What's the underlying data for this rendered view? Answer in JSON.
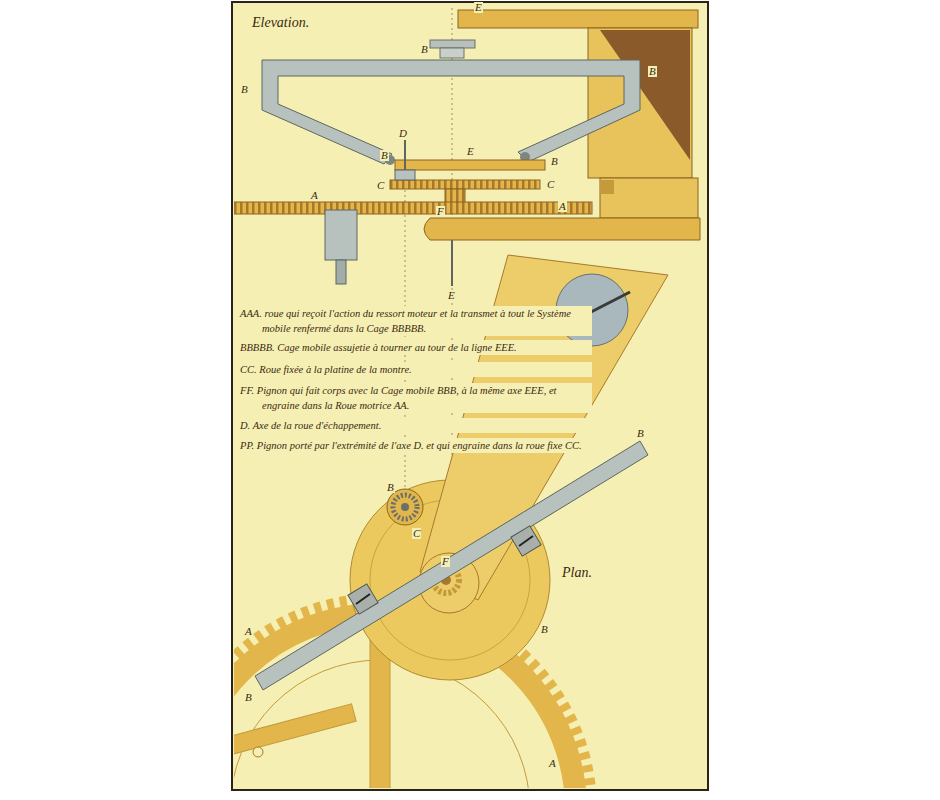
{
  "diagram": {
    "labels": [
      "Elevation.",
      "E",
      "B",
      "B",
      "B",
      "D",
      "E",
      "B",
      "B",
      "C",
      "C",
      "A",
      "A",
      "F",
      "E",
      "AAA. roue qui reçoit l'action du ressort moteur et la transmet à tout le Système mobile renfermé dans la Cage BBBBB.",
      "BBBBB. Cage mobile assujetie à tourner au tour de la ligne EEE.",
      "CC. Roue fixée à la platine de la montre.",
      "FF. Pignon qui fait corps avec la Cage mobile BBB, à la même axe EEE, et engraine dans la Roue motrice AA.",
      "D. Axe de la roue d'échappement.",
      "PP. Pignon porté par l'extrémité de l'axe D. et qui engraine dans la roue fixe CC.",
      "B",
      "C",
      "B",
      "F",
      "Plan.",
      "A",
      "B",
      "B",
      "A"
    ]
  }
}
